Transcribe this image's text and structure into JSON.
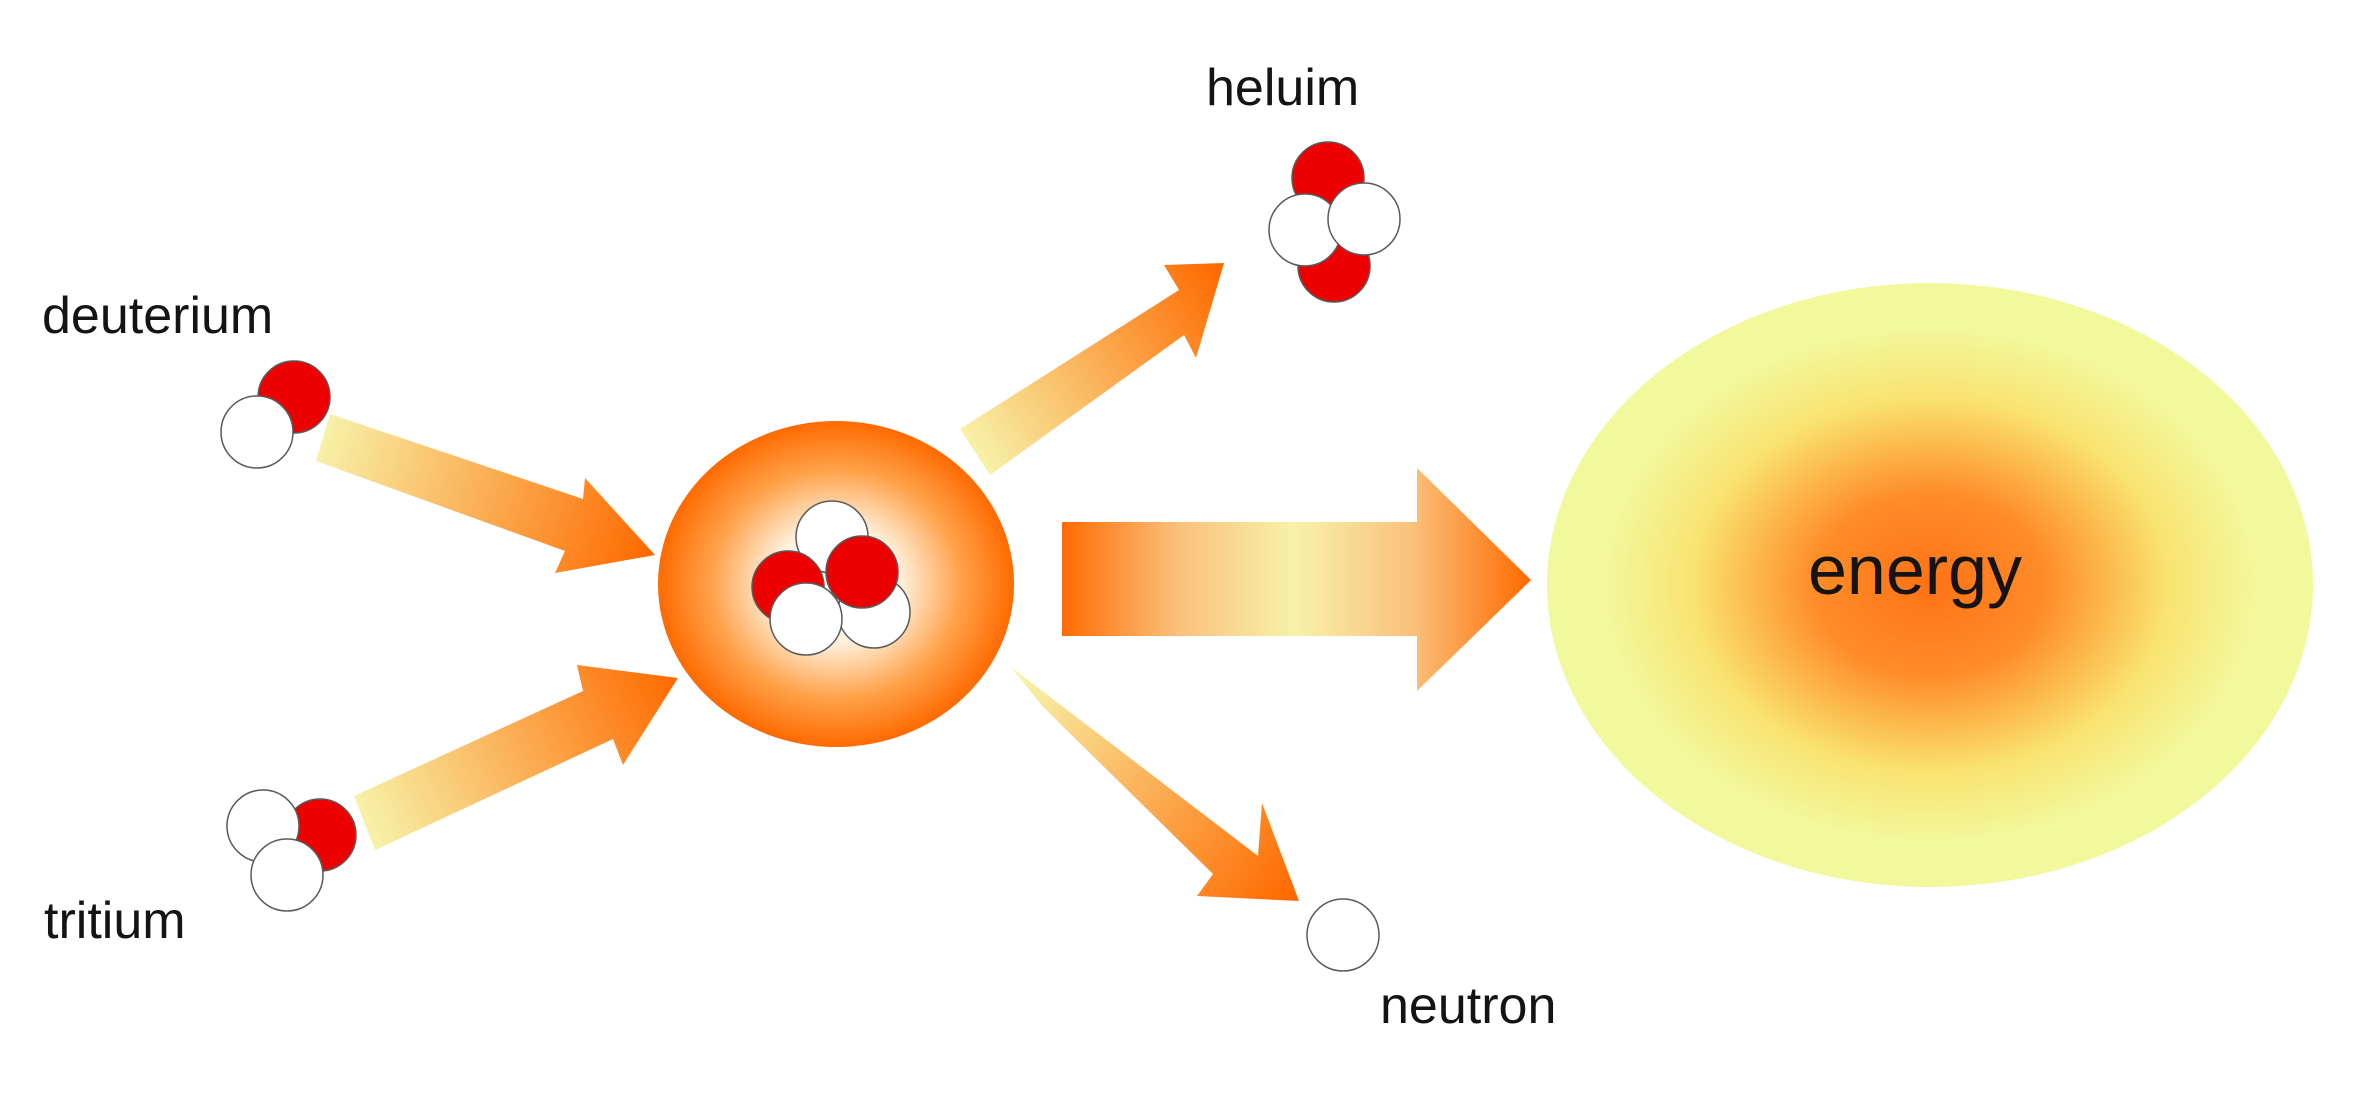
{
  "labels": {
    "deuterium": "deuterium",
    "tritium": "tritium",
    "helium": "heluim",
    "neutron": "neutron",
    "energy": "energy"
  },
  "colors": {
    "proton": "#ee0000",
    "neutron_particle": "#ffffff",
    "particle_outline": "#5a5a5a",
    "arrow_light": "#f7f2a8",
    "arrow_dark": "#ff6a00",
    "energy_outer": "#f2f89c",
    "energy_core": "#ff7216"
  }
}
